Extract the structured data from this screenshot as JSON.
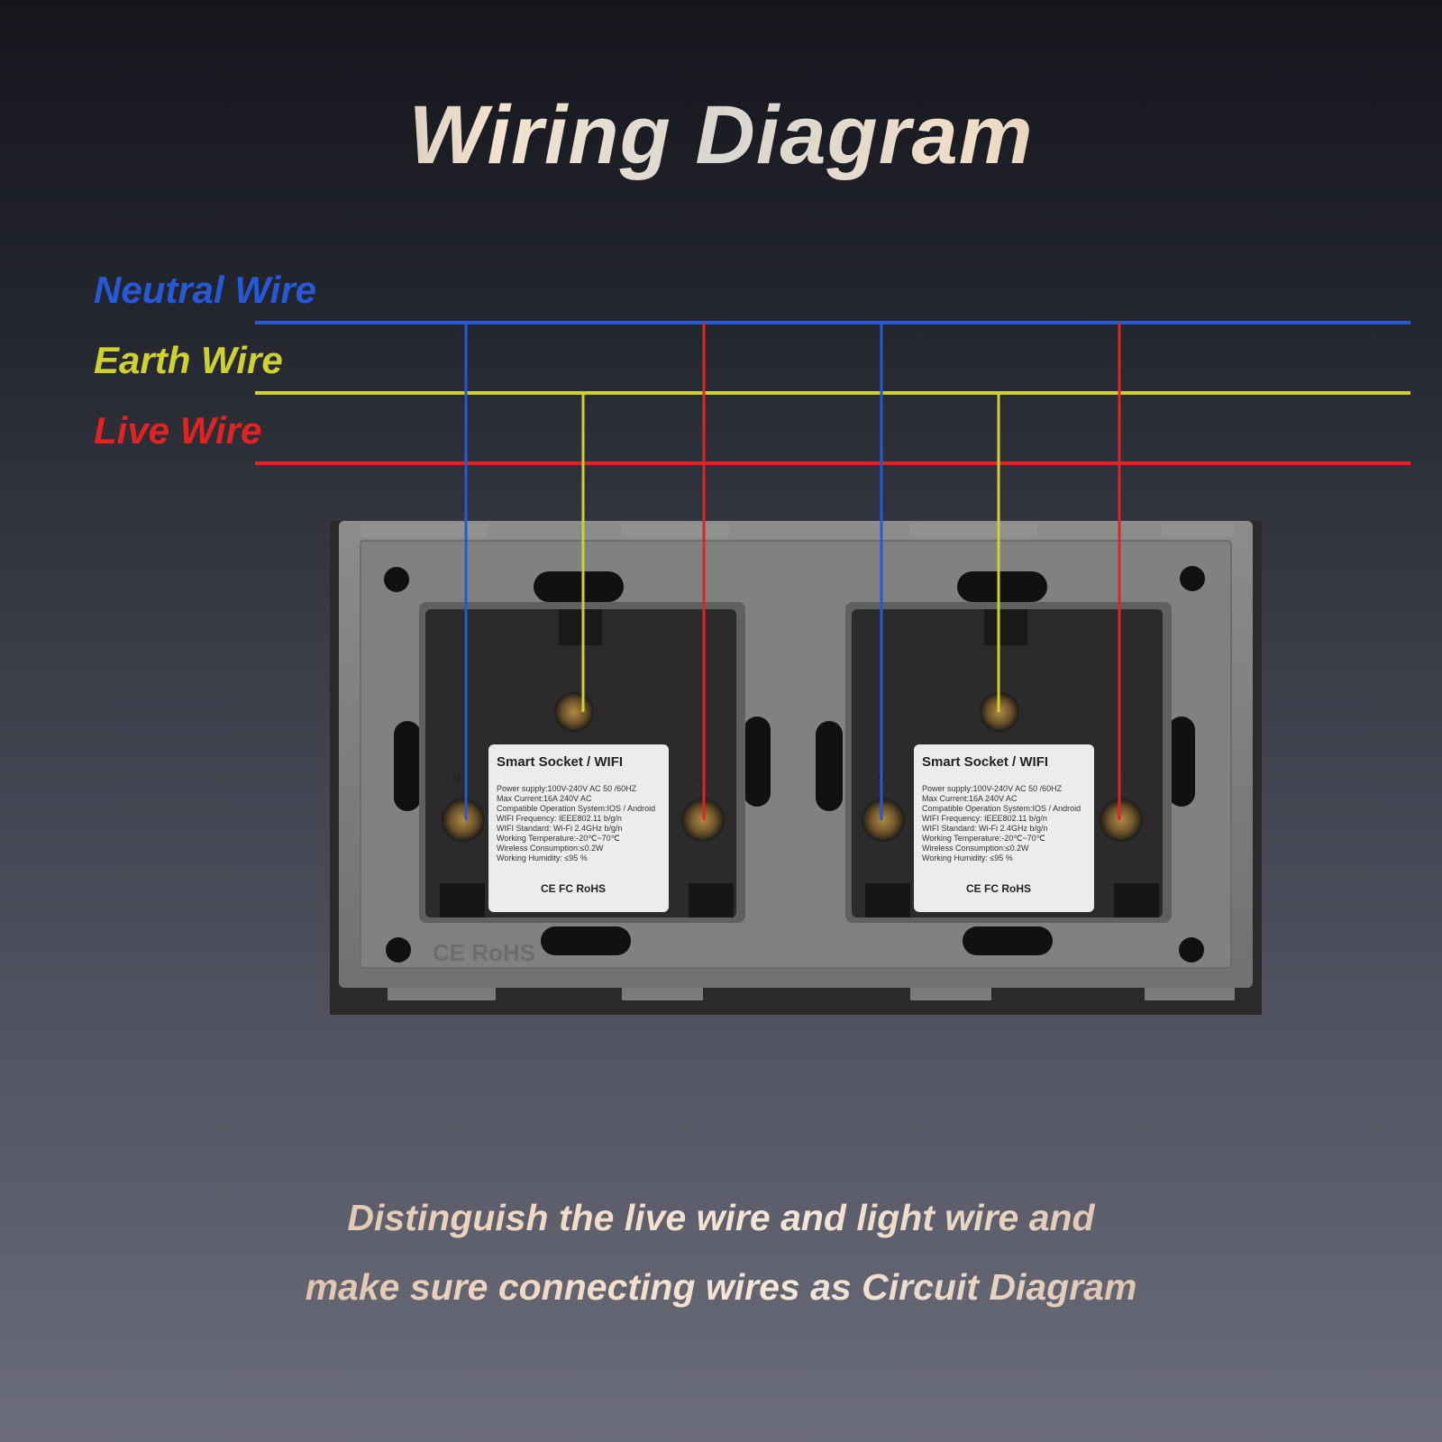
{
  "title": "Wiring Diagram",
  "legend": {
    "neutral": "Neutral Wire",
    "earth": "Earth Wire",
    "live": "Live Wire"
  },
  "colors": {
    "neutral": "#2758d6",
    "earth": "#cfd12e",
    "live": "#e02323",
    "plate": "#7b7e7a",
    "module": "#2b2b2b"
  },
  "socket_label": {
    "title": "Smart Socket / WIFI",
    "lines": [
      "Power supply:100V-240V AC  50 /60HZ",
      "Max Current:16A  240V AC",
      "Compatible Operation System:IOS / Android",
      "WIFI Frequency: IEEE802.11 b/g/n",
      "WIFI Standard: Wi-Fi 2.4GHz b/g/n",
      "Working Temperature:-20℃~70℃",
      "Wireless Consumption:≤0.2W",
      "Working Humidity: ≤95 %"
    ],
    "marks": "CE  FC  RoHS"
  },
  "terminal_marks": {
    "neutral": "N",
    "live": "L"
  },
  "plate_mark": "CE RoHS",
  "caption": {
    "line1": "Distinguish the live wire and light wire and",
    "line2": "make sure connecting wires as Circuit Diagram"
  }
}
